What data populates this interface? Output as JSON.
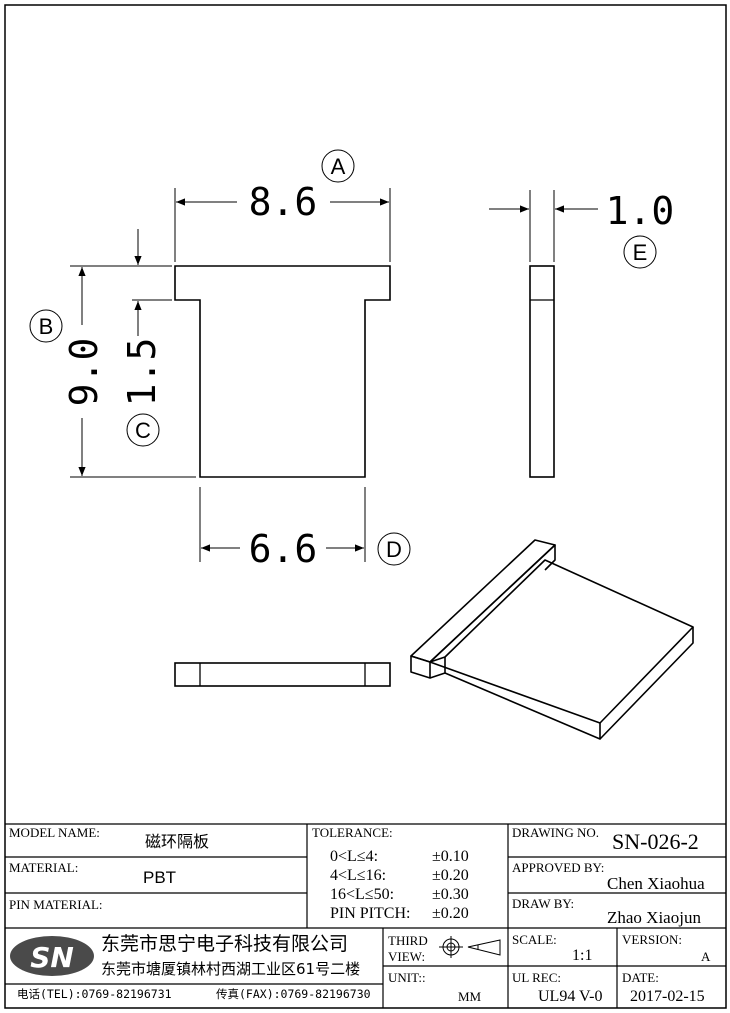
{
  "dimensions": {
    "top_width": "8.6",
    "height": "9.0",
    "flange_thickness": "1.5",
    "bottom_width": "6.6",
    "thickness": "1.0"
  },
  "callouts": {
    "a": "A",
    "b": "B",
    "c": "C",
    "d": "D",
    "e": "E"
  },
  "title_block": {
    "model_name_label": "MODEL NAME:",
    "model_name": "磁环隔板",
    "material_label": "MATERIAL:",
    "material": "PBT",
    "pin_material_label": "PIN MATERIAL:",
    "tolerance_label": "TOLERANCE:",
    "tolerances": [
      {
        "range": "0<L≤4:",
        "value": "±0.10"
      },
      {
        "range": "4<L≤16:",
        "value": "±0.20"
      },
      {
        "range": "16<L≤50:",
        "value": "±0.30"
      },
      {
        "range": "PIN PITCH:",
        "value": "±0.20"
      }
    ],
    "drawing_no_label": "DRAWING NO.",
    "drawing_no": "SN-026-2",
    "approved_by_label": "APPROVED BY:",
    "approved_by": "Chen Xiaohua",
    "draw_by_label": "DRAW BY:",
    "draw_by": "Zhao Xiaojun",
    "logo_text": "SN",
    "company_name": "东莞市思宁电子科技有限公司",
    "company_address": "东莞市塘厦镇林村西湖工业区61号二楼",
    "tel": "电话(TEL):0769-82196731",
    "fax": "传真(FAX):0769-82196730",
    "third_view_label": "THIRD VIEW:",
    "unit_label": "UNIT::",
    "unit": "MM",
    "scale_label": "SCALE:",
    "scale": "1:1",
    "version_label": "VERSION:",
    "version": "A",
    "ul_rec_label": "UL REC:",
    "ul_rec": "UL94 V-0",
    "date_label": "DATE:",
    "date": "2017-02-15"
  }
}
